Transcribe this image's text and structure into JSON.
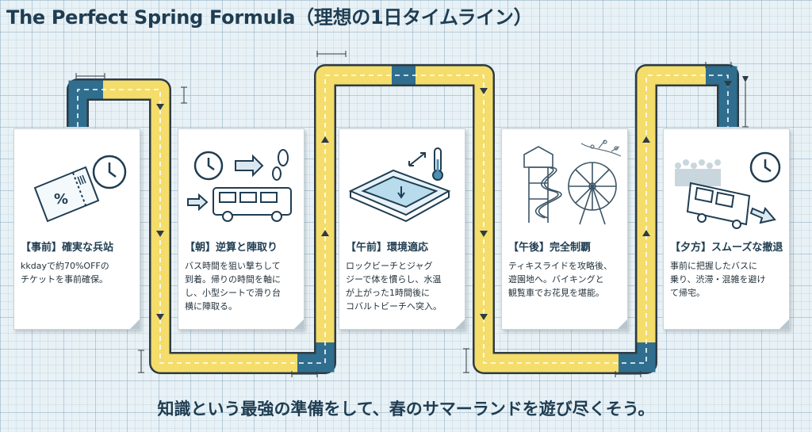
{
  "title": "The Perfect Spring Formula（理想の1日タイムライン）",
  "footer": "知識という最強の準備をして、春のサマーランドを遊び尽くそう。",
  "colors": {
    "road_yellow": "#f4dd6b",
    "road_blue": "#2f6e8e",
    "ink": "#1f3d52"
  },
  "cards": [
    {
      "heading": "【事前】確実な兵站",
      "lines": [
        "kkdayで約70%OFFの",
        "チケットを事前確保。"
      ],
      "icons": [
        "ticket-icon",
        "clock-icon"
      ]
    },
    {
      "heading": "【朝】逆算と陣取り",
      "lines": [
        "バス時間を狙い撃ちして",
        "到着。帰りの時間を軸に",
        "し、小型シートで滑り台",
        "横に陣取る。"
      ],
      "icons": [
        "clock-icon",
        "arrow-icon",
        "footprint-icon",
        "bus-icon"
      ]
    },
    {
      "heading": "【午前】環境適応",
      "lines": [
        "ロックビーチとジャグ",
        "ジーで体を慣らし、水温",
        "が上がった1時間後に",
        "コバルトビーチへ突入。"
      ],
      "icons": [
        "pool-icon",
        "thermometer-icon"
      ]
    },
    {
      "heading": "【午後】完全制覇",
      "lines": [
        "ティキスライドを攻略後、",
        "遊園地へ。バイキングと",
        "観覧車でお花見を堪能。"
      ],
      "icons": [
        "water-slide-icon",
        "ferris-wheel-icon",
        "cherry-blossom-icon"
      ]
    },
    {
      "heading": "【夕方】スムーズな撤退",
      "lines": [
        "事前に把握したバスに",
        "乗り、渋滞・混雑を避け",
        "て帰宅。"
      ],
      "icons": [
        "bus-icon",
        "clock-icon",
        "crowd-icon"
      ]
    }
  ]
}
